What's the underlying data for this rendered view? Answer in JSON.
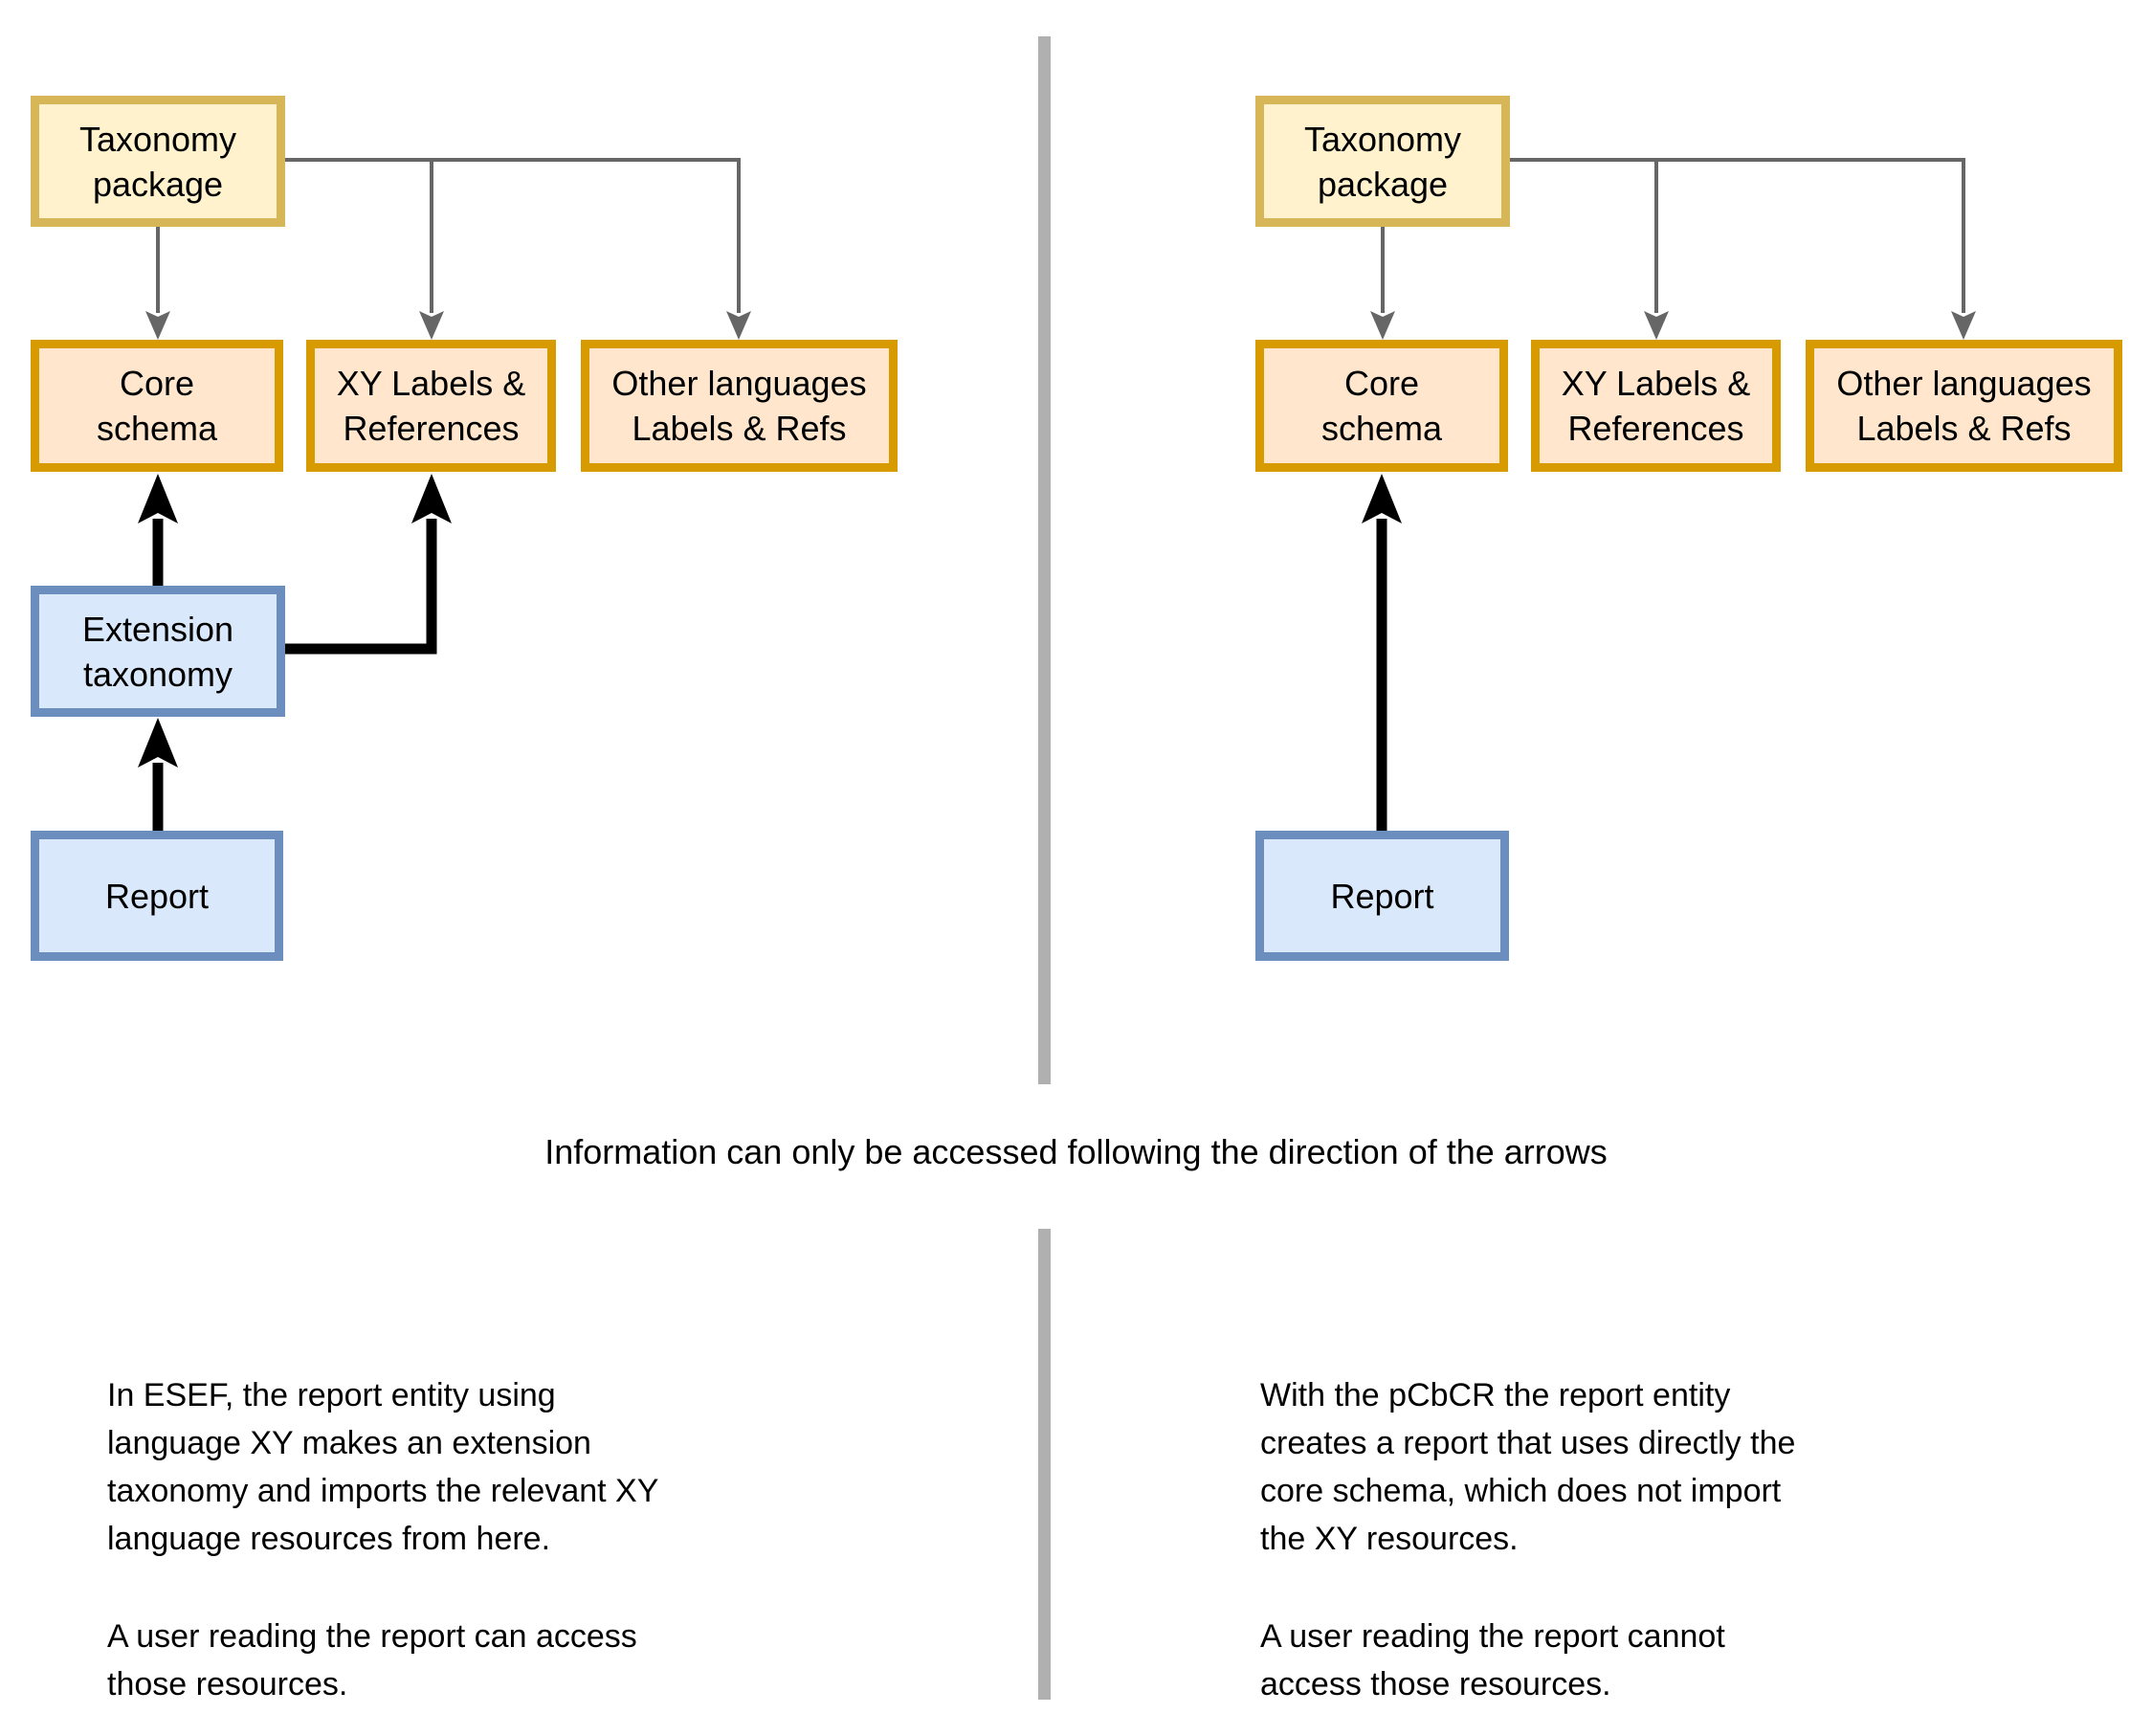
{
  "colors": {
    "yellow-fill": "#FFF2CC",
    "yellow-border": "#D6B656",
    "orange-fill": "#FFE6CC",
    "orange-border": "#D79B00",
    "blue-fill": "#DAE8FC",
    "blue-border": "#6C8EBF",
    "gray-arrow": "#666666",
    "black-arrow": "#000000",
    "divider": "#B0B0B0",
    "text": "#000000",
    "bg": "#FFFFFF"
  },
  "caption": "Information can only be accessed following the direction of the arrows",
  "left_diagram": {
    "taxonomy_package": [
      "Taxonomy",
      "package"
    ],
    "core_schema": [
      "Core",
      "schema"
    ],
    "xy_labels": [
      "XY Labels &",
      "References"
    ],
    "other_languages": [
      "Other languages",
      "Labels & Refs"
    ],
    "extension_taxonomy": [
      "Extension",
      "taxonomy"
    ],
    "report": [
      "Report"
    ],
    "note_p1": [
      "In ESEF, the report entity using",
      "language XY makes an extension",
      "taxonomy and imports the relevant XY",
      "language resources from here."
    ],
    "note_p2": [
      "A user reading the report can access",
      "those resources."
    ]
  },
  "right_diagram": {
    "taxonomy_package": [
      "Taxonomy",
      "package"
    ],
    "core_schema": [
      "Core",
      "schema"
    ],
    "xy_labels": [
      "XY Labels &",
      "References"
    ],
    "other_languages": [
      "Other languages",
      "Labels & Refs"
    ],
    "report": [
      "Report"
    ],
    "note_p1": [
      "With the pCbCR the report entity",
      "creates a report that uses directly the",
      "core schema, which does not import",
      "the XY resources."
    ],
    "note_p2": [
      "A user reading the report cannot",
      "access those resources."
    ]
  }
}
